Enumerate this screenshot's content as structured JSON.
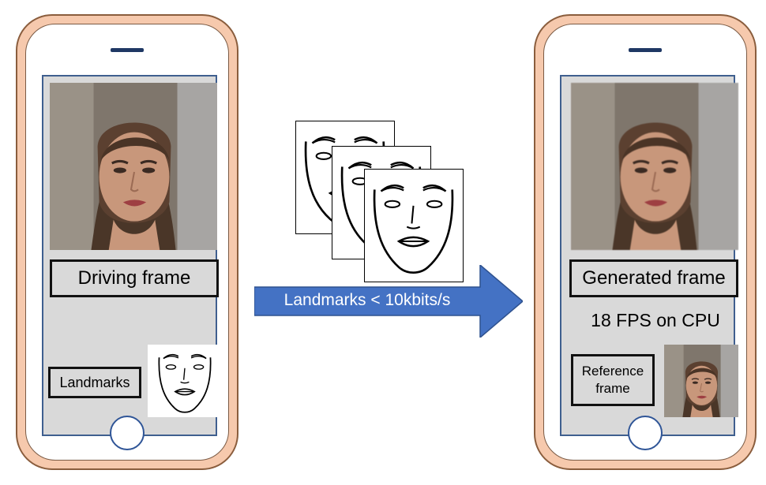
{
  "left_phone": {
    "photo": "driving frame photo",
    "caption": "Driving frame",
    "landmarks_label": "Landmarks"
  },
  "middle": {
    "arrow_label": "Landmarks < 10kbits/s",
    "arrow_color": "#4472c4"
  },
  "right_phone": {
    "photo": "generated frame photo",
    "caption": "Generated frame",
    "fps_text": "18 FPS on CPU",
    "reference_label": "Reference frame",
    "reference_photo": "reference frame photo"
  },
  "colors": {
    "phone_body": "#f6c9ad",
    "screen": "#d9d9d9",
    "screen_border": "#3f5f8f",
    "arrow": "#4472c4"
  }
}
